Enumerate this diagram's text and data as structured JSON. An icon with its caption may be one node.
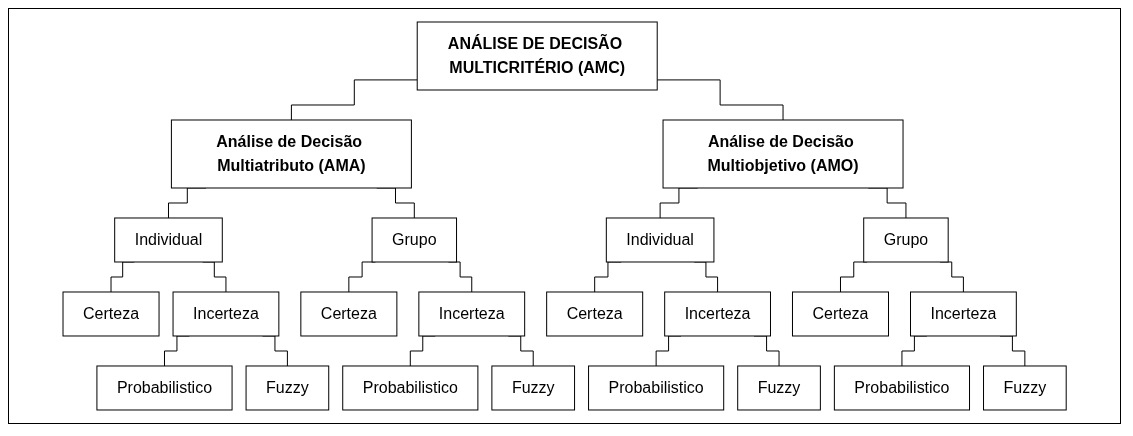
{
  "diagram": {
    "nodes": [
      {
        "text": [
          "ANÁLISE DE DECISÃO MULTICRITÉRIO (AMC)"
        ]
      },
      {
        "text": [
          "Análise de Decisão Multiatributo (AMA)"
        ]
      },
      {
        "text": [
          "Análise de Decisão Multiobjetivo (AMO)"
        ]
      },
      {
        "text": [
          "Individual"
        ]
      },
      {
        "text": [
          "Grupo"
        ]
      },
      {
        "text": [
          "Individual"
        ]
      },
      {
        "text": [
          "Grupo"
        ]
      },
      {
        "text": [
          "Certeza"
        ]
      },
      {
        "text": [
          "Incerteza"
        ]
      },
      {
        "text": [
          "Certeza"
        ]
      },
      {
        "text": [
          "Incerteza"
        ]
      },
      {
        "text": [
          "Certeza"
        ]
      },
      {
        "text": [
          "Incerteza"
        ]
      },
      {
        "text": [
          "Certeza"
        ]
      },
      {
        "text": [
          "Incerteza"
        ]
      },
      {
        "text": [
          "Probabilistico"
        ]
      },
      {
        "text": [
          "Fuzzy"
        ]
      },
      {
        "text": [
          "Probabilistico"
        ]
      },
      {
        "text": [
          "Fuzzy"
        ]
      },
      {
        "text": [
          "Probabilistico"
        ]
      },
      {
        "text": [
          "Fuzzy"
        ]
      },
      {
        "text": [
          "Probabilistico"
        ]
      },
      {
        "text": [
          "Fuzzy"
        ]
      }
    ],
    "edges": [
      {
        "from": 0,
        "to": 1,
        "arrow": "none"
      },
      {
        "from": 0,
        "to": 2,
        "arrow": "none"
      },
      {
        "from": 1,
        "to": 3,
        "arrow": "none"
      },
      {
        "from": 1,
        "to": 4,
        "arrow": "none"
      },
      {
        "from": 2,
        "to": 5,
        "arrow": "none"
      },
      {
        "from": 2,
        "to": 6,
        "arrow": "none"
      },
      {
        "from": 3,
        "to": 7,
        "arrow": "none"
      },
      {
        "from": 3,
        "to": 8,
        "arrow": "none"
      },
      {
        "from": 4,
        "to": 9,
        "arrow": "none"
      },
      {
        "from": 4,
        "to": 10,
        "arrow": "none"
      },
      {
        "from": 5,
        "to": 11,
        "arrow": "none"
      },
      {
        "from": 5,
        "to": 12,
        "arrow": "none"
      },
      {
        "from": 6,
        "to": 13,
        "arrow": "none"
      },
      {
        "from": 6,
        "to": 14,
        "arrow": "none"
      },
      {
        "from": 8,
        "to": 15,
        "arrow": "none"
      },
      {
        "from": 8,
        "to": 16,
        "arrow": "none"
      },
      {
        "from": 10,
        "to": 17,
        "arrow": "none"
      },
      {
        "from": 10,
        "to": 18,
        "arrow": "none"
      },
      {
        "from": 12,
        "to": 19,
        "arrow": "none"
      },
      {
        "from": 12,
        "to": 20,
        "arrow": "none"
      },
      {
        "from": 14,
        "to": 21,
        "arrow": "none"
      },
      {
        "from": 14,
        "to": 22,
        "arrow": "none"
      }
    ]
  }
}
